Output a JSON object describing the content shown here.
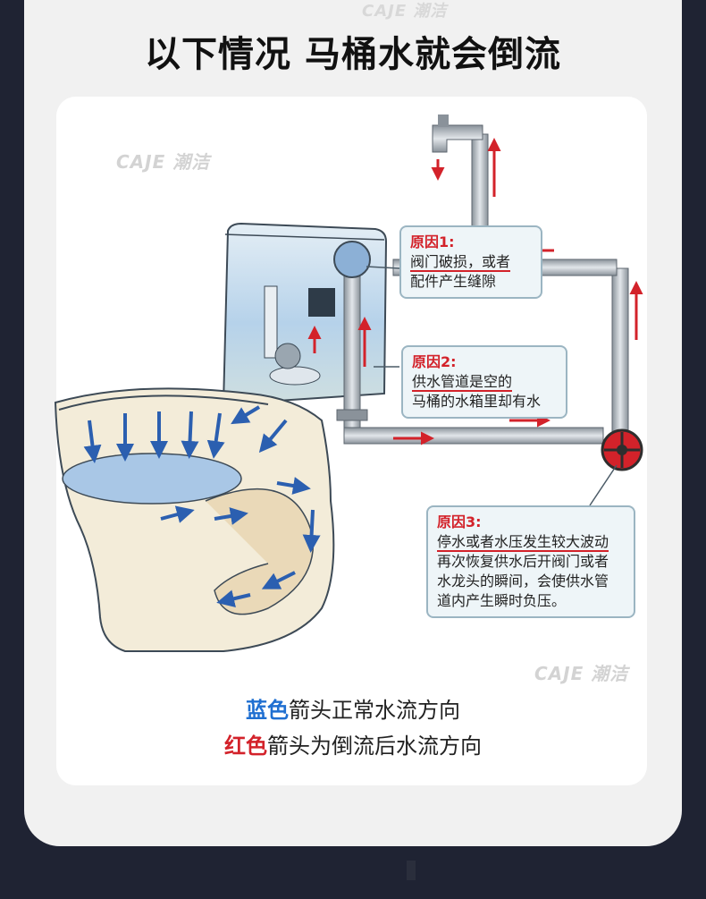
{
  "brand": {
    "watermark_top": "CAJE 潮洁",
    "watermark": "CAJE 潮洁"
  },
  "title": "以下情况 马桶水就会倒流",
  "callouts": [
    {
      "heading": "原因1:",
      "lines": [
        "阀门破损，或者",
        "配件产生缝隙"
      ]
    },
    {
      "heading": "原因2:",
      "lines": [
        "供水管道是空的",
        "马桶的水箱里却有水"
      ]
    },
    {
      "heading": "原因3:",
      "lines": [
        "停水或者水压发生较大波动",
        "再次恢复供水后开阀门或者",
        "水龙头的瞬间，会使供水管",
        "道内产生瞬时负压。"
      ]
    }
  ],
  "legend": {
    "blue_word": "蓝色",
    "blue_text": "箭头正常水流方向",
    "red_word": "红色",
    "red_text": "箭头为倒流后水流方向"
  },
  "colors": {
    "background": "#1f2333",
    "panel": "#ffffff",
    "accent_red": "#d3222a",
    "accent_blue": "#1f6fd1"
  },
  "icons": [
    "toilet-illustration",
    "pipe",
    "faucet-icon",
    "valve-icon",
    "arrow-icons"
  ]
}
